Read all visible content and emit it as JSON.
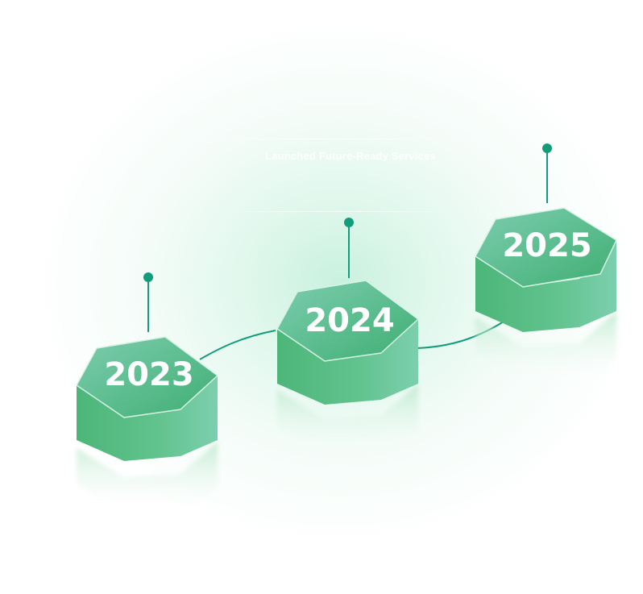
{
  "caption": "Launched Future-Ready Services",
  "milestones": [
    {
      "year": "2023"
    },
    {
      "year": "2024"
    },
    {
      "year": "2025"
    }
  ],
  "colors": {
    "accent": "#119a78",
    "hex_top_light": "#74c9a8",
    "hex_top_dark": "#47b27a",
    "hex_side": "#5abf89"
  }
}
